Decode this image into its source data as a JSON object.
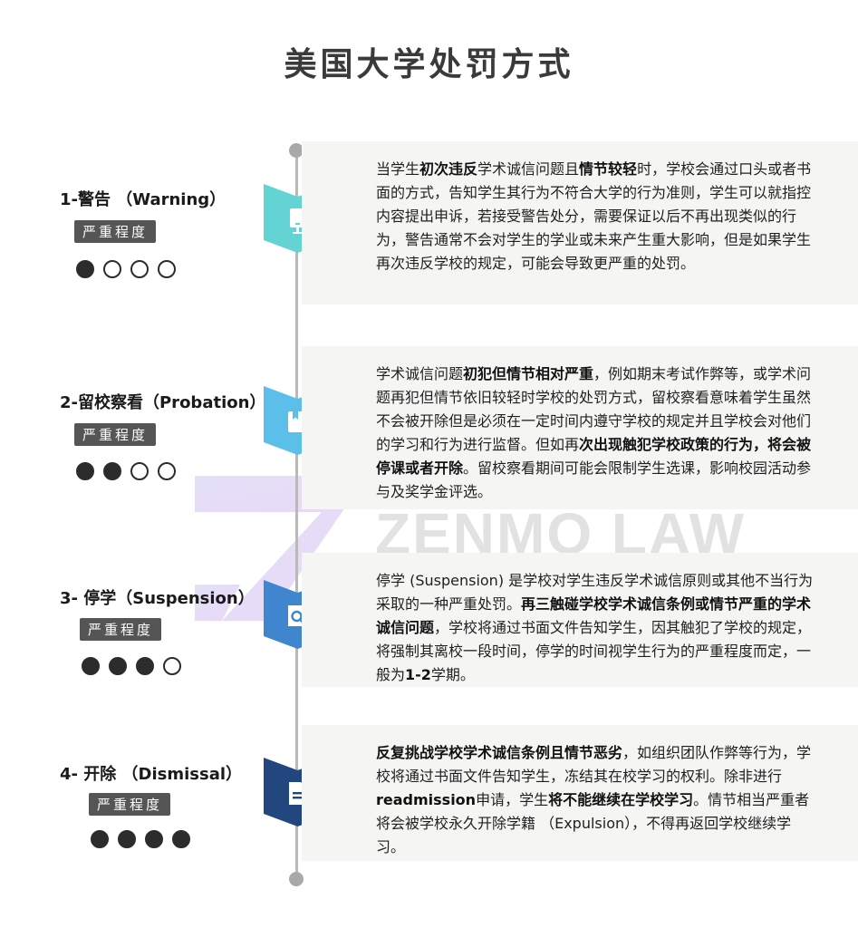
{
  "title": "美国大学处罚方式",
  "watermark": "ZENMO LAW",
  "stages": [
    {
      "label": "1-警告 （Warning）",
      "severity_label": "严重程度",
      "severity_level": 1,
      "severity_max": 4,
      "color": "#63d3d4",
      "icon": "phone-icon",
      "segments": [
        {
          "text": "当学生",
          "bold": false
        },
        {
          "text": "初次违反",
          "bold": true
        },
        {
          "text": "学术诚信问题且",
          "bold": false
        },
        {
          "text": "情节较轻",
          "bold": true
        },
        {
          "text": "时，学校会通过口头或者书面的方式，告知学生其行为不符合大学的行为准则，学生可以就指控内容提出申诉，若接受警告处分，需要保证以后不再出现类似的行为，警告通常不会对学生的学业或未来产生重大影响，但是如果学生再次违反学校的规定，可能会导致更严重的处罚。",
          "bold": false
        }
      ]
    },
    {
      "label": "2-留校察看（Probation）",
      "severity_label": "严重程度",
      "severity_level": 2,
      "severity_max": 4,
      "color": "#5cbfe9",
      "icon": "book-icon",
      "segments": [
        {
          "text": "学术诚信问题",
          "bold": false
        },
        {
          "text": "初犯但情节相对严重",
          "bold": true
        },
        {
          "text": "，例如期末考试作弊等，或学术问题再犯但情节依旧较轻时学校的处罚方式，留校察看意味着学生虽然不会被开除但是必须在一定时间内遵守学校的规定并且学校会对他们的学习和行为进行监督。但如再",
          "bold": false
        },
        {
          "text": "次出现触犯学校政策的行为，将会被停课或者开除",
          "bold": true
        },
        {
          "text": "。留校察看期间可能会限制学生选课，影响校园活动参与及奖学金评选。",
          "bold": false
        }
      ]
    },
    {
      "label": "3- 停学（Suspension）",
      "severity_label": "严重程度",
      "severity_level": 3,
      "severity_max": 4,
      "color": "#3f86cf",
      "icon": "search-document-icon",
      "segments": [
        {
          "text": "停学 (Suspension) 是学校对学生违反学术诚信原则或其他不当行为采取的一种严重处罚。",
          "bold": false
        },
        {
          "text": "再三触碰学校学术诚信条例或情节严重的学术诚信问题",
          "bold": true
        },
        {
          "text": "，学校将通过书面文件告知学生，因其触犯了学校的规定，将强制其离校一段时间，停学的时间视学生行为的严重程度而定，一般为",
          "bold": false
        },
        {
          "text": "1-2",
          "bold": true
        },
        {
          "text": "学期。",
          "bold": false
        }
      ]
    },
    {
      "label": "4- 开除 （Dismissal）",
      "severity_label": "严重程度",
      "severity_level": 4,
      "severity_max": 4,
      "color": "#22477e",
      "icon": "document-icon",
      "segments": [
        {
          "text": "反复挑战学校学术诚信条例且情节恶劣",
          "bold": true
        },
        {
          "text": "，如组织团队作弊等行为，学校将通过书面文件告知学生，冻结其在校学习的权利。除非进行",
          "bold": false
        },
        {
          "text": "readmission",
          "bold": true
        },
        {
          "text": "申请，学生",
          "bold": false
        },
        {
          "text": "将不能继续在学校学习",
          "bold": true
        },
        {
          "text": "。情节相当严重者将会被学校永久开除学籍 （Expulsion），不得再返回学校继续学习。",
          "bold": false
        }
      ]
    }
  ]
}
